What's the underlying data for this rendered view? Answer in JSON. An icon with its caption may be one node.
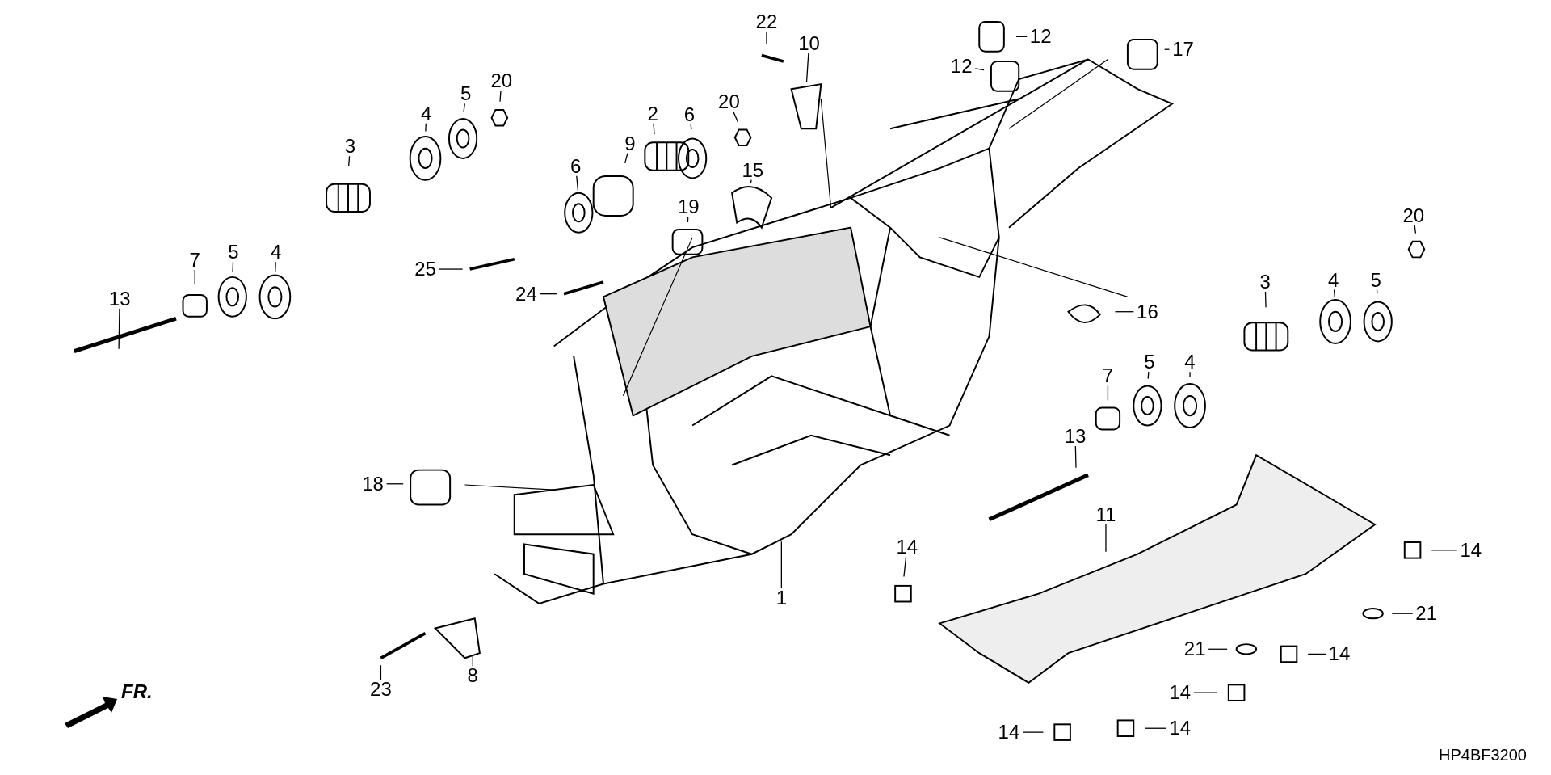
{
  "diagram": {
    "nodes": [
      {
        "text": [
          "22"
        ]
      },
      {
        "text": [
          "10"
        ]
      },
      {
        "text": [
          "12"
        ]
      },
      {
        "text": [
          "12"
        ]
      },
      {
        "text": [
          "17"
        ]
      },
      {
        "text": [
          "20"
        ]
      },
      {
        "text": [
          "5"
        ]
      },
      {
        "text": [
          "4"
        ]
      },
      {
        "text": [
          "3"
        ]
      },
      {
        "text": [
          "20"
        ]
      },
      {
        "text": [
          "6"
        ]
      },
      {
        "text": [
          "2"
        ]
      },
      {
        "text": [
          "9"
        ]
      },
      {
        "text": [
          "6"
        ]
      },
      {
        "text": [
          "15"
        ]
      },
      {
        "text": [
          "19"
        ]
      },
      {
        "text": [
          "25"
        ]
      },
      {
        "text": [
          "24"
        ]
      },
      {
        "text": [
          "5"
        ]
      },
      {
        "text": [
          "4"
        ]
      },
      {
        "text": [
          "7"
        ]
      },
      {
        "text": [
          "13"
        ]
      },
      {
        "text": [
          "20"
        ]
      },
      {
        "text": [
          "3"
        ]
      },
      {
        "text": [
          "5"
        ]
      },
      {
        "text": [
          "4"
        ]
      },
      {
        "text": [
          "16"
        ]
      },
      {
        "text": [
          "5"
        ]
      },
      {
        "text": [
          "4"
        ]
      },
      {
        "text": [
          "7"
        ]
      },
      {
        "text": [
          "13"
        ]
      },
      {
        "text": [
          "18"
        ]
      },
      {
        "text": [
          "11"
        ]
      },
      {
        "text": [
          "1"
        ]
      },
      {
        "text": [
          "14"
        ]
      },
      {
        "text": [
          "14"
        ]
      },
      {
        "text": [
          "21"
        ]
      },
      {
        "text": [
          "21"
        ]
      },
      {
        "text": [
          "14"
        ]
      },
      {
        "text": [
          "14"
        ]
      },
      {
        "text": [
          "8"
        ]
      },
      {
        "text": [
          "23"
        ]
      },
      {
        "text": [
          "14"
        ]
      },
      {
        "text": [
          "14"
        ]
      }
    ],
    "edges": [
      {
        "from": 0,
        "to": null,
        "arrow": "none"
      },
      {
        "from": 1,
        "to": null,
        "arrow": "none"
      },
      {
        "from": 2,
        "to": null,
        "arrow": "none"
      },
      {
        "from": 3,
        "to": null,
        "arrow": "none"
      },
      {
        "from": 4,
        "to": null,
        "arrow": "none"
      },
      {
        "from": 5,
        "to": null,
        "arrow": "none"
      },
      {
        "from": 6,
        "to": null,
        "arrow": "none"
      },
      {
        "from": 7,
        "to": null,
        "arrow": "none"
      },
      {
        "from": 8,
        "to": null,
        "arrow": "none"
      },
      {
        "from": 9,
        "to": null,
        "arrow": "none"
      },
      {
        "from": 10,
        "to": null,
        "arrow": "none"
      },
      {
        "from": 11,
        "to": null,
        "arrow": "none"
      },
      {
        "from": 12,
        "to": null,
        "arrow": "none"
      },
      {
        "from": 13,
        "to": null,
        "arrow": "none"
      },
      {
        "from": 14,
        "to": null,
        "arrow": "none"
      },
      {
        "from": 15,
        "to": null,
        "arrow": "none"
      },
      {
        "from": 16,
        "to": null,
        "arrow": "none"
      },
      {
        "from": 17,
        "to": null,
        "arrow": "none"
      },
      {
        "from": 18,
        "to": null,
        "arrow": "none"
      },
      {
        "from": 19,
        "to": null,
        "arrow": "none"
      },
      {
        "from": 20,
        "to": null,
        "arrow": "none"
      },
      {
        "from": 21,
        "to": null,
        "arrow": "none"
      },
      {
        "from": 22,
        "to": null,
        "arrow": "none"
      },
      {
        "from": 23,
        "to": null,
        "arrow": "none"
      },
      {
        "from": 24,
        "to": null,
        "arrow": "none"
      },
      {
        "from": 25,
        "to": null,
        "arrow": "none"
      },
      {
        "from": 26,
        "to": null,
        "arrow": "none"
      },
      {
        "from": 27,
        "to": null,
        "arrow": "none"
      },
      {
        "from": 28,
        "to": null,
        "arrow": "none"
      },
      {
        "from": 29,
        "to": null,
        "arrow": "none"
      },
      {
        "from": 30,
        "to": null,
        "arrow": "none"
      },
      {
        "from": 31,
        "to": null,
        "arrow": "none"
      },
      {
        "from": 32,
        "to": null,
        "arrow": "none"
      },
      {
        "from": 33,
        "to": null,
        "arrow": "none"
      },
      {
        "from": 34,
        "to": null,
        "arrow": "none"
      },
      {
        "from": 35,
        "to": null,
        "arrow": "none"
      },
      {
        "from": 36,
        "to": null,
        "arrow": "none"
      },
      {
        "from": 37,
        "to": null,
        "arrow": "none"
      },
      {
        "from": 38,
        "to": null,
        "arrow": "none"
      },
      {
        "from": 39,
        "to": null,
        "arrow": "none"
      },
      {
        "from": 40,
        "to": null,
        "arrow": "none"
      },
      {
        "from": 41,
        "to": null,
        "arrow": "none"
      },
      {
        "from": 42,
        "to": null,
        "arrow": "none"
      },
      {
        "from": 43,
        "to": null,
        "arrow": "none"
      }
    ],
    "labels": [
      "FR.",
      "HP4BF3200"
    ]
  }
}
